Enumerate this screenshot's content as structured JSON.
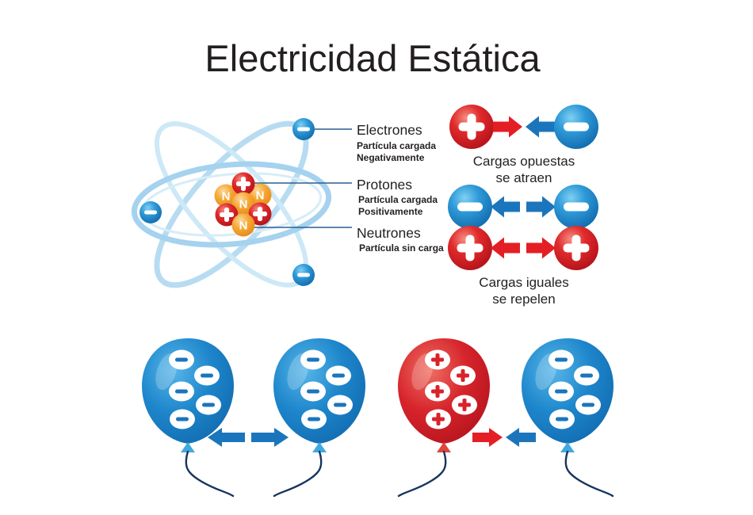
{
  "title": "Electricidad Estática",
  "colors": {
    "text_dark": "#231f20",
    "red": "#d8232a",
    "blue": "#1e86cb",
    "arrow_red": "#e41e25",
    "arrow_blue": "#1b75bc",
    "neutron_orange": "#f49b2d",
    "orbit_blue": "#a9d5ee",
    "string_navy": "#17355e"
  },
  "atom": {
    "neutron_letter": "N",
    "particles": {
      "protons": 3,
      "neutrons": 4,
      "electrons": 3
    },
    "labels": {
      "electrons": {
        "title": "Electrones",
        "line1": "Partícula cargada",
        "line2": "Negativamente"
      },
      "protons": {
        "title": "Protones",
        "line1": "Partícula cargada",
        "line2": "Positivamente"
      },
      "neutrons": {
        "title": "Neutrones",
        "line1": "Partícula sin carga"
      }
    }
  },
  "interactions": {
    "opposite": {
      "left_charge": "+",
      "right_charge": "−",
      "behavior": "attract",
      "caption": [
        "Cargas opuestas",
        "se atraen"
      ]
    },
    "negative_pair": {
      "left_charge": "−",
      "right_charge": "−",
      "behavior": "repel"
    },
    "positive_pair": {
      "left_charge": "+",
      "right_charge": "+",
      "behavior": "repel"
    },
    "equal_caption": [
      "Cargas iguales",
      "se repelen"
    ]
  },
  "balloons": {
    "repel_pair": [
      {
        "color": "blue",
        "charge": "negative",
        "charge_count": 5
      },
      {
        "color": "blue",
        "charge": "negative",
        "charge_count": 5
      }
    ],
    "attract_pair": [
      {
        "color": "red",
        "charge": "positive",
        "charge_count": 5
      },
      {
        "color": "blue",
        "charge": "negative",
        "charge_count": 5
      }
    ]
  }
}
